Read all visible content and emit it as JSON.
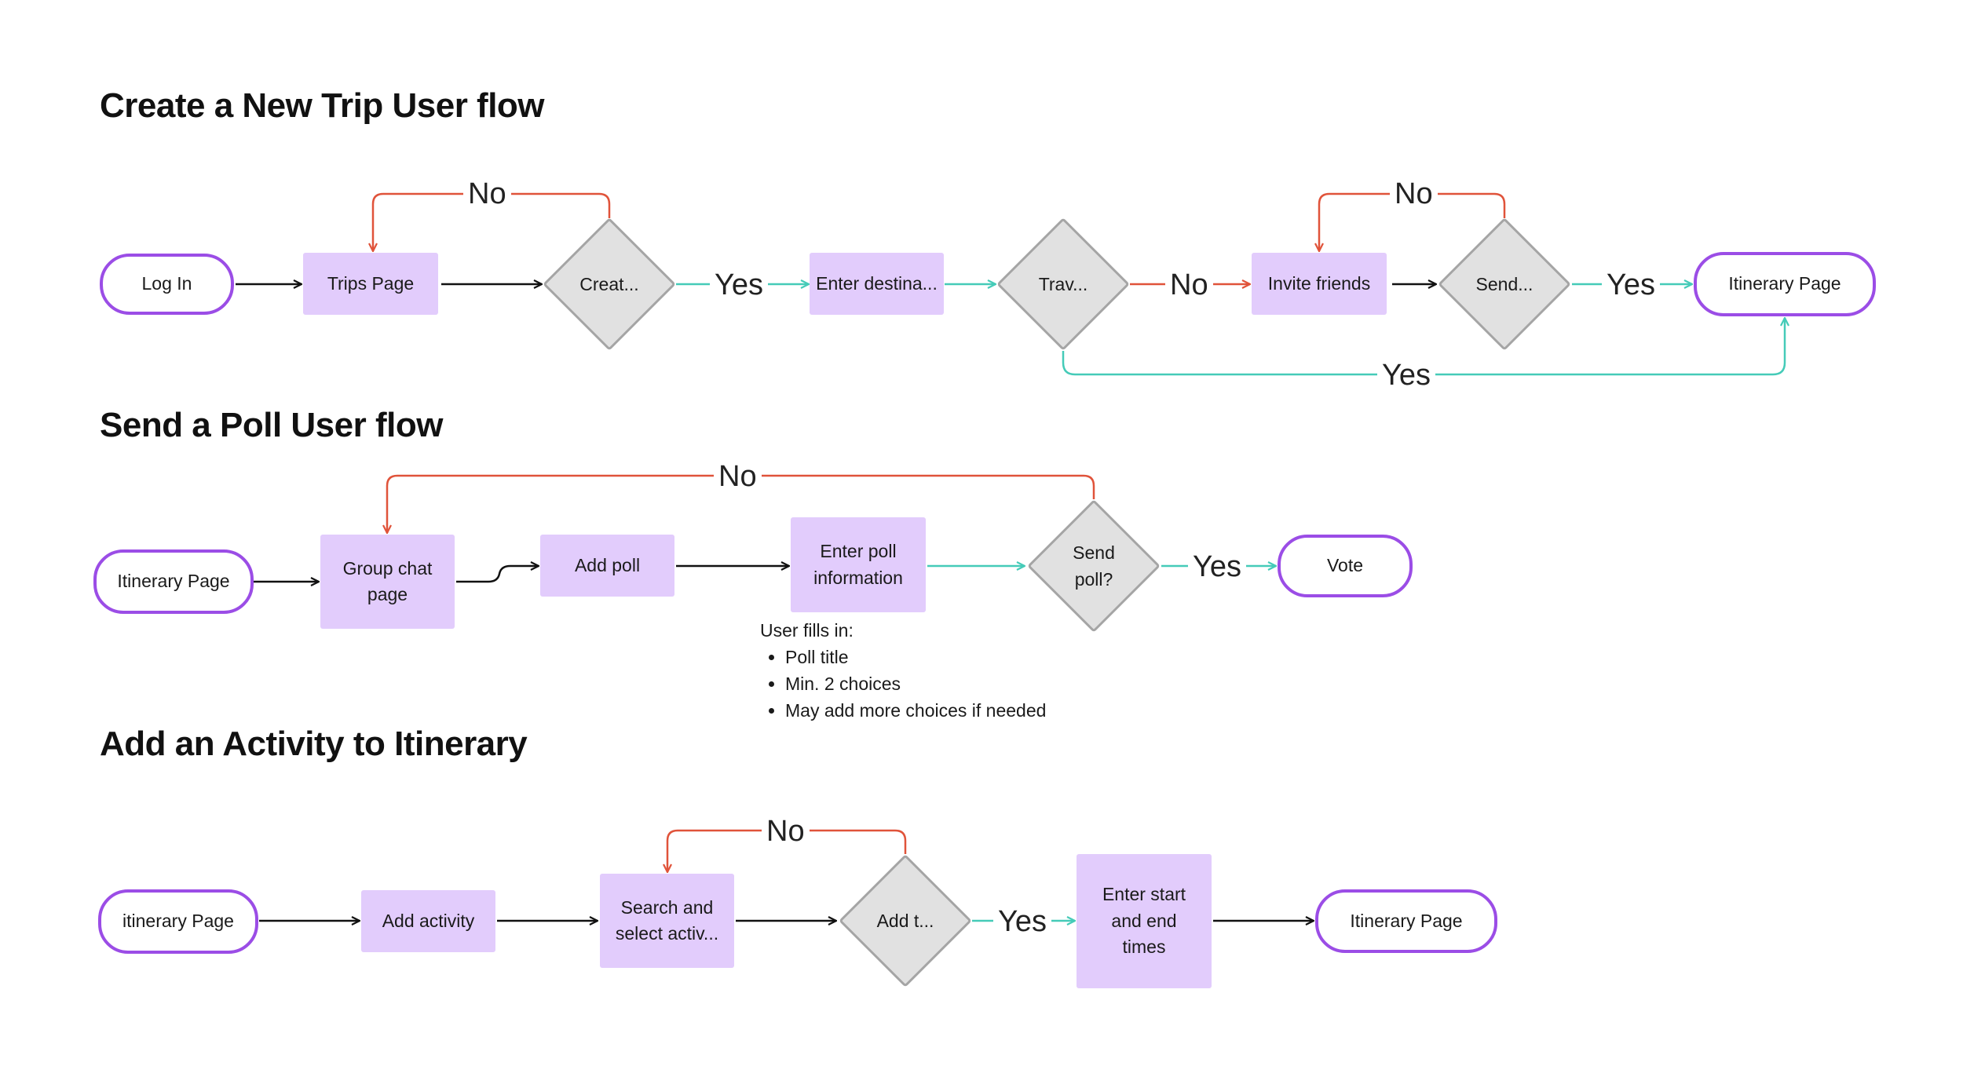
{
  "flows": {
    "trip": {
      "title": "Create a New Trip User flow",
      "log_in": "Log In",
      "trips_page": "Trips Page",
      "create_decision": "Creat...",
      "enter_destination": "Enter destina...",
      "travel_decision": "Trav...",
      "invite_friends": "Invite friends",
      "send_decision": "Send...",
      "itinerary_page": "Itinerary Page",
      "label_no_1": "No",
      "label_yes_1": "Yes",
      "label_no_2": "No",
      "label_no_3": "No",
      "label_yes_2": "Yes",
      "label_yes_3": "Yes"
    },
    "poll": {
      "title": "Send a Poll User flow",
      "itinerary_page": "Itinerary Page",
      "group_chat_page": "Group chat\npage",
      "add_poll": "Add poll",
      "enter_poll_info": "Enter poll\ninformation",
      "send_poll_decision": "Send\npoll?",
      "vote": "Vote",
      "label_no": "No",
      "label_yes": "Yes",
      "note_heading": "User fills in:",
      "note_items": [
        "Poll title",
        "Min. 2 choices",
        "May add more choices if needed"
      ]
    },
    "activity": {
      "title": "Add an Activity to Itinerary",
      "itinerary_page": "itinerary Page",
      "add_activity": "Add activity",
      "search_select": "Search and\nselect activ...",
      "add_to_decision": "Add t...",
      "enter_times": "Enter start\nand end\ntimes",
      "itinerary_page_end": "Itinerary Page",
      "label_no": "No",
      "label_yes": "Yes"
    }
  },
  "colors": {
    "terminal_border": "#9b4de6",
    "process_fill": "#e2ccfc",
    "decision_fill": "#e1e1e1",
    "decision_border": "#a5a5a5",
    "arrow_default": "#111111",
    "arrow_no": "#e0533a",
    "arrow_yes": "#45cbb8"
  }
}
